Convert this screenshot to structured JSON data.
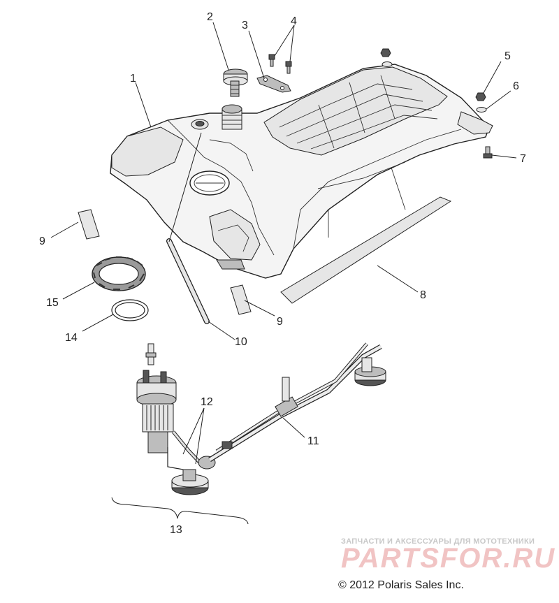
{
  "part_labels": {
    "p1": "1",
    "p2": "2",
    "p3": "3",
    "p4": "4",
    "p5": "5",
    "p6": "6",
    "p7": "7",
    "p8": "8",
    "p9a": "9",
    "p9b": "9",
    "p10": "10",
    "p11": "11",
    "p12": "12",
    "p13": "13",
    "p14": "14",
    "p15": "15"
  },
  "watermark": {
    "tagline": "ЗАПЧАСТИ И АКСЕССУАРЫ ДЛЯ МОТОТЕХНИКИ",
    "logo": "PARTSFOR.RU"
  },
  "copyright": "© 2012 Polaris Sales Inc."
}
